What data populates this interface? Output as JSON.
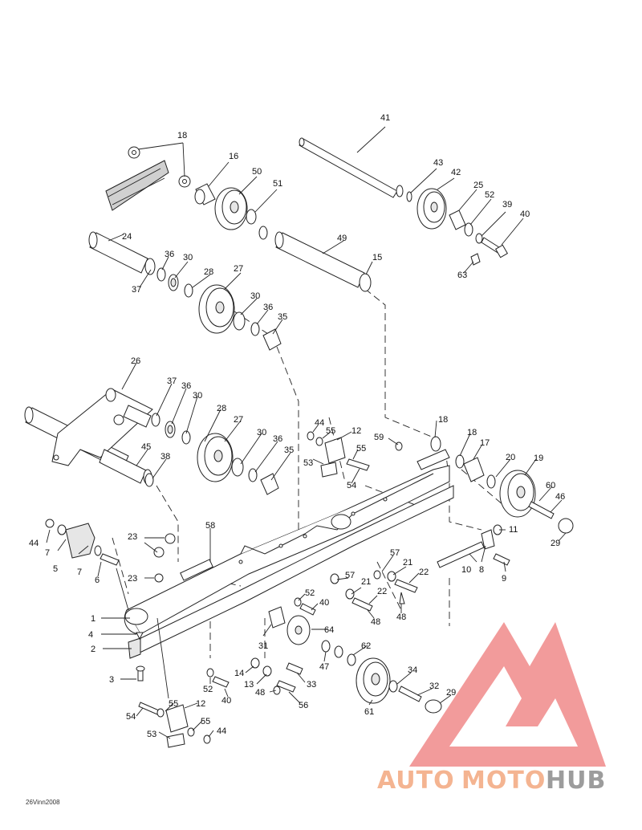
{
  "diagram": {
    "reference_code": "26Vinn2008",
    "callouts": [
      {
        "id": "c1",
        "text": "1"
      },
      {
        "id": "c2",
        "text": "2"
      },
      {
        "id": "c3",
        "text": "3"
      },
      {
        "id": "c4",
        "text": "4"
      },
      {
        "id": "c5",
        "text": "5"
      },
      {
        "id": "c6",
        "text": "6"
      },
      {
        "id": "c7a",
        "text": "7"
      },
      {
        "id": "c7b",
        "text": "7"
      },
      {
        "id": "c8",
        "text": "8"
      },
      {
        "id": "c9",
        "text": "9"
      },
      {
        "id": "c10",
        "text": "10"
      },
      {
        "id": "c11",
        "text": "11"
      },
      {
        "id": "c12a",
        "text": "12"
      },
      {
        "id": "c12b",
        "text": "12"
      },
      {
        "id": "c13",
        "text": "13"
      },
      {
        "id": "c14",
        "text": "14"
      },
      {
        "id": "c15",
        "text": "15"
      },
      {
        "id": "c16",
        "text": "16"
      },
      {
        "id": "c17",
        "text": "17"
      },
      {
        "id": "c18a",
        "text": "18"
      },
      {
        "id": "c18b",
        "text": "18"
      },
      {
        "id": "c18c",
        "text": "18"
      },
      {
        "id": "c19",
        "text": "19"
      },
      {
        "id": "c20",
        "text": "20"
      },
      {
        "id": "c21a",
        "text": "21"
      },
      {
        "id": "c21b",
        "text": "21"
      },
      {
        "id": "c22a",
        "text": "22"
      },
      {
        "id": "c22b",
        "text": "22"
      },
      {
        "id": "c23a",
        "text": "23"
      },
      {
        "id": "c23b",
        "text": "23"
      },
      {
        "id": "c24",
        "text": "24"
      },
      {
        "id": "c25",
        "text": "25"
      },
      {
        "id": "c26",
        "text": "26"
      },
      {
        "id": "c27a",
        "text": "27"
      },
      {
        "id": "c27b",
        "text": "27"
      },
      {
        "id": "c28a",
        "text": "28"
      },
      {
        "id": "c28b",
        "text": "28"
      },
      {
        "id": "c29a",
        "text": "29"
      },
      {
        "id": "c29b",
        "text": "29"
      },
      {
        "id": "c30a",
        "text": "30"
      },
      {
        "id": "c30b",
        "text": "30"
      },
      {
        "id": "c30c",
        "text": "30"
      },
      {
        "id": "c30d",
        "text": "30"
      },
      {
        "id": "c31",
        "text": "31"
      },
      {
        "id": "c32",
        "text": "32"
      },
      {
        "id": "c33",
        "text": "33"
      },
      {
        "id": "c34",
        "text": "34"
      },
      {
        "id": "c35a",
        "text": "35"
      },
      {
        "id": "c35b",
        "text": "35"
      },
      {
        "id": "c36a",
        "text": "36"
      },
      {
        "id": "c36b",
        "text": "36"
      },
      {
        "id": "c36c",
        "text": "36"
      },
      {
        "id": "c36d",
        "text": "36"
      },
      {
        "id": "c37a",
        "text": "37"
      },
      {
        "id": "c37b",
        "text": "37"
      },
      {
        "id": "c38",
        "text": "38"
      },
      {
        "id": "c39",
        "text": "39"
      },
      {
        "id": "c40a",
        "text": "40"
      },
      {
        "id": "c40b",
        "text": "40"
      },
      {
        "id": "c40c",
        "text": "40"
      },
      {
        "id": "c41",
        "text": "41"
      },
      {
        "id": "c42",
        "text": "42"
      },
      {
        "id": "c43",
        "text": "43"
      },
      {
        "id": "c44a",
        "text": "44"
      },
      {
        "id": "c44b",
        "text": "44"
      },
      {
        "id": "c44c",
        "text": "44"
      },
      {
        "id": "c45",
        "text": "45"
      },
      {
        "id": "c46",
        "text": "46"
      },
      {
        "id": "c47",
        "text": "47"
      },
      {
        "id": "c48a",
        "text": "48"
      },
      {
        "id": "c48b",
        "text": "48"
      },
      {
        "id": "c48c",
        "text": "48"
      },
      {
        "id": "c49",
        "text": "49"
      },
      {
        "id": "c50",
        "text": "50"
      },
      {
        "id": "c51",
        "text": "51"
      },
      {
        "id": "c52a",
        "text": "52"
      },
      {
        "id": "c52b",
        "text": "52"
      },
      {
        "id": "c52c",
        "text": "52"
      },
      {
        "id": "c53a",
        "text": "53"
      },
      {
        "id": "c53b",
        "text": "53"
      },
      {
        "id": "c54a",
        "text": "54"
      },
      {
        "id": "c54b",
        "text": "54"
      },
      {
        "id": "c55a",
        "text": "55"
      },
      {
        "id": "c55b",
        "text": "55"
      },
      {
        "id": "c55c",
        "text": "55"
      },
      {
        "id": "c55d",
        "text": "55"
      },
      {
        "id": "c56",
        "text": "56"
      },
      {
        "id": "c57a",
        "text": "57"
      },
      {
        "id": "c57b",
        "text": "57"
      },
      {
        "id": "c58",
        "text": "58"
      },
      {
        "id": "c59",
        "text": "59"
      },
      {
        "id": "c60",
        "text": "60"
      },
      {
        "id": "c61",
        "text": "61"
      },
      {
        "id": "c62",
        "text": "62"
      },
      {
        "id": "c63",
        "text": "63"
      },
      {
        "id": "c64",
        "text": "64"
      }
    ]
  },
  "watermark": {
    "brand_part1": "AUTO",
    "brand_part2": "MOTO",
    "brand_part3": "HUB",
    "colors": {
      "triangle": "#f08a8a",
      "auto": "#f3a77e",
      "moto": "#f3a77e",
      "hub": "#8b8b8b"
    }
  }
}
